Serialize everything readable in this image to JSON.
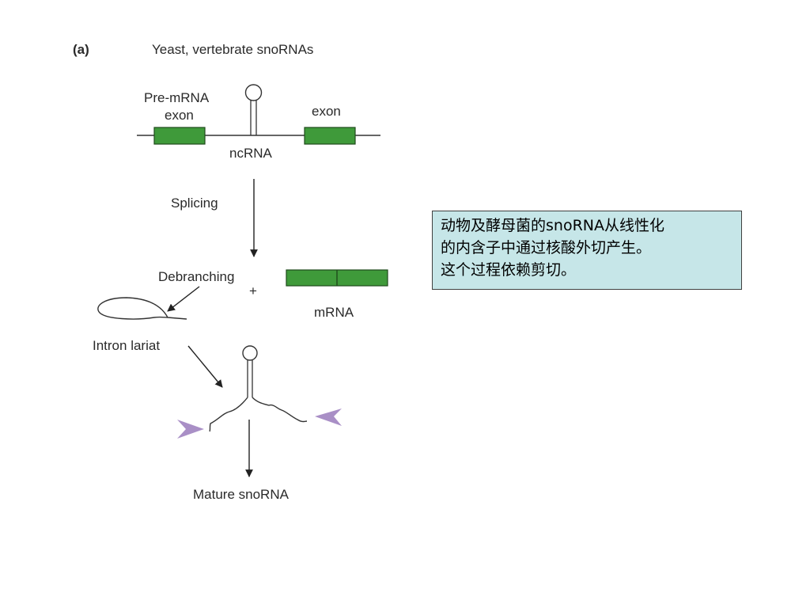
{
  "panel_label": "(a)",
  "title": "Yeast, vertebrate snoRNAs",
  "labels": {
    "pre_mrna_line1": "Pre-mRNA",
    "pre_mrna_line2": "exon",
    "exon_right": "exon",
    "ncrna": "ncRNA",
    "splicing": "Splicing",
    "debranching": "Debranching",
    "plus": "+",
    "mrna": "mRNA",
    "intron_lariat": "Intron lariat",
    "mature_snorna": "Mature snoRNA"
  },
  "note": {
    "line1": " 动物及酵母菌的snoRNA从线性化",
    "line2": "的内含子中通过核酸外切产生。",
    "line3": "这个过程依赖剪切。"
  },
  "colors": {
    "exon_green": "#3f9a3a",
    "arrowhead_purple": "#a98fc6",
    "note_background": "#c6e6e8"
  }
}
